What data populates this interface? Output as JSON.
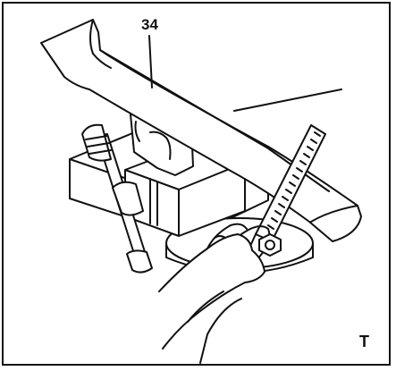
{
  "figure": {
    "callout_label": "34",
    "corner_letter": "T"
  },
  "colors": {
    "line": "#111111",
    "background": "#ffffff"
  },
  "icons": [
    "mower-blade",
    "bench-vise",
    "hand-file",
    "hands"
  ]
}
